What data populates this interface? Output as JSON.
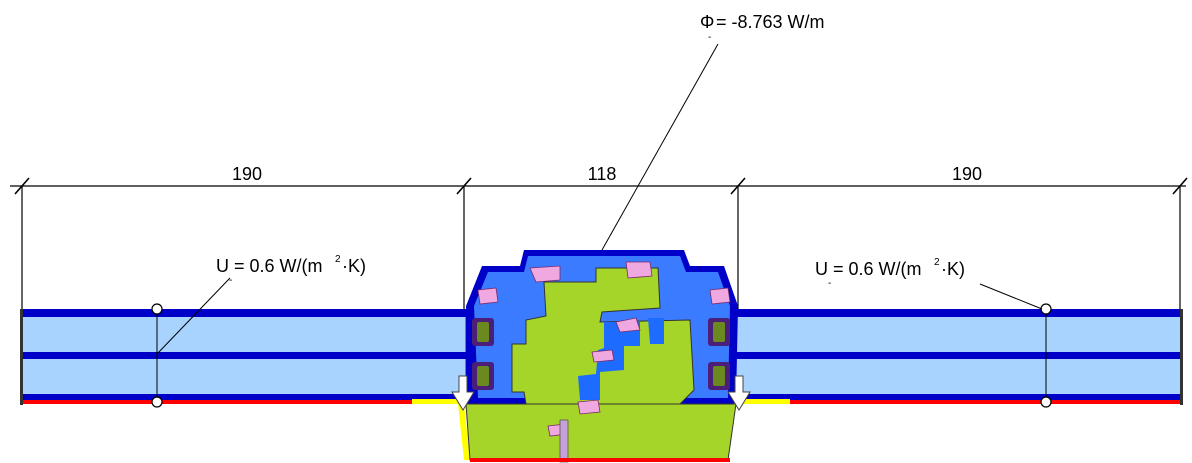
{
  "annotations": {
    "phi_symbol": "Φ",
    "phi_subscript": "-",
    "phi_value": "= -8.763 W/m",
    "u_left_main": "U = 0.6 W/(m",
    "u_left_sup": "2",
    "u_left_tail": "·K)",
    "u_left_sub": "-",
    "u_right_main": "U = 0.6 W/(m",
    "u_right_sup": "2",
    "u_right_tail": "·K)",
    "u_right_sub": "-"
  },
  "dimensions": {
    "left": "190",
    "middle": "118",
    "right": "190"
  },
  "colors": {
    "glass_fill": "#a9d3ff",
    "dark_blue": "#0000c8",
    "frame_blue": "#3a7bff",
    "insulation_green": "#a6d52a",
    "gasket_purple": "#4b1e7a",
    "seal_pink": "#f0a8e0",
    "interior_red": "#ff0000",
    "exterior_yellow": "#ffff00"
  }
}
